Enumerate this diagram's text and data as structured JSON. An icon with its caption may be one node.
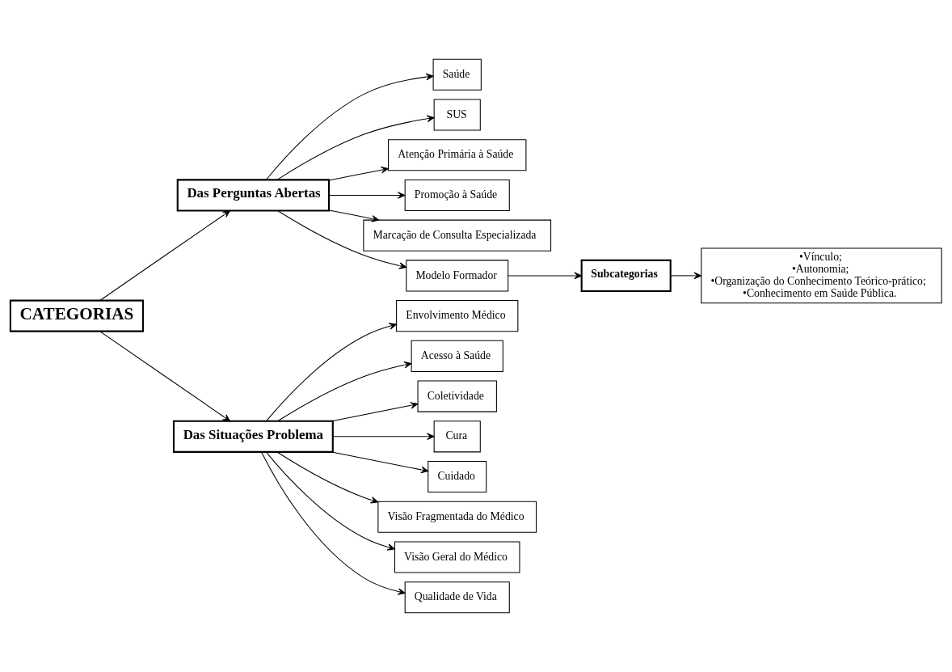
{
  "diagram": {
    "nodes": [
      {
        "text": [
          "CATEGORIAS"
        ]
      },
      {
        "text": [
          "Das Perguntas Abertas"
        ]
      },
      {
        "text": [
          "Das Situações Problema"
        ]
      },
      {
        "text": [
          "Saúde"
        ]
      },
      {
        "text": [
          "SUS"
        ]
      },
      {
        "text": [
          "Atenção Primária à Saúde"
        ]
      },
      {
        "text": [
          "Promoção à Saúde"
        ]
      },
      {
        "text": [
          "Marcação de Consulta Especializada"
        ]
      },
      {
        "text": [
          "Modelo Formador"
        ]
      },
      {
        "text": [
          "Subcategorias"
        ]
      },
      {
        "text": [
          "•Vínculo;",
          "•Autonomia;",
          "•Organização do Conhecimento Teórico-prático;",
          "•Conhecimento em Saúde Pública."
        ]
      },
      {
        "text": [
          "Envolvimento Médico"
        ]
      },
      {
        "text": [
          "Acesso à Saúde"
        ]
      },
      {
        "text": [
          "Coletividade"
        ]
      },
      {
        "text": [
          "Cura"
        ]
      },
      {
        "text": [
          "Cuidado"
        ]
      },
      {
        "text": [
          "Visão Fragmentada do Médico"
        ]
      },
      {
        "text": [
          "Visão Geral do Médico"
        ]
      },
      {
        "text": [
          "Qualidade de Vida"
        ]
      }
    ],
    "edges": [
      {
        "from": 0,
        "to": 1,
        "arrow": "to"
      },
      {
        "from": 0,
        "to": 2,
        "arrow": "to"
      },
      {
        "from": 1,
        "to": 3,
        "arrow": "to"
      },
      {
        "from": 1,
        "to": 4,
        "arrow": "to"
      },
      {
        "from": 1,
        "to": 5,
        "arrow": "to"
      },
      {
        "from": 1,
        "to": 6,
        "arrow": "to"
      },
      {
        "from": 1,
        "to": 7,
        "arrow": "to"
      },
      {
        "from": 1,
        "to": 8,
        "arrow": "to"
      },
      {
        "from": 8,
        "to": 9,
        "arrow": "to"
      },
      {
        "from": 9,
        "to": 10,
        "arrow": "to"
      },
      {
        "from": 2,
        "to": 11,
        "arrow": "to"
      },
      {
        "from": 2,
        "to": 12,
        "arrow": "to"
      },
      {
        "from": 2,
        "to": 13,
        "arrow": "to"
      },
      {
        "from": 2,
        "to": 14,
        "arrow": "to"
      },
      {
        "from": 2,
        "to": 15,
        "arrow": "to"
      },
      {
        "from": 2,
        "to": 16,
        "arrow": "to"
      },
      {
        "from": 2,
        "to": 17,
        "arrow": "to"
      },
      {
        "from": 2,
        "to": 18,
        "arrow": "to"
      }
    ]
  }
}
